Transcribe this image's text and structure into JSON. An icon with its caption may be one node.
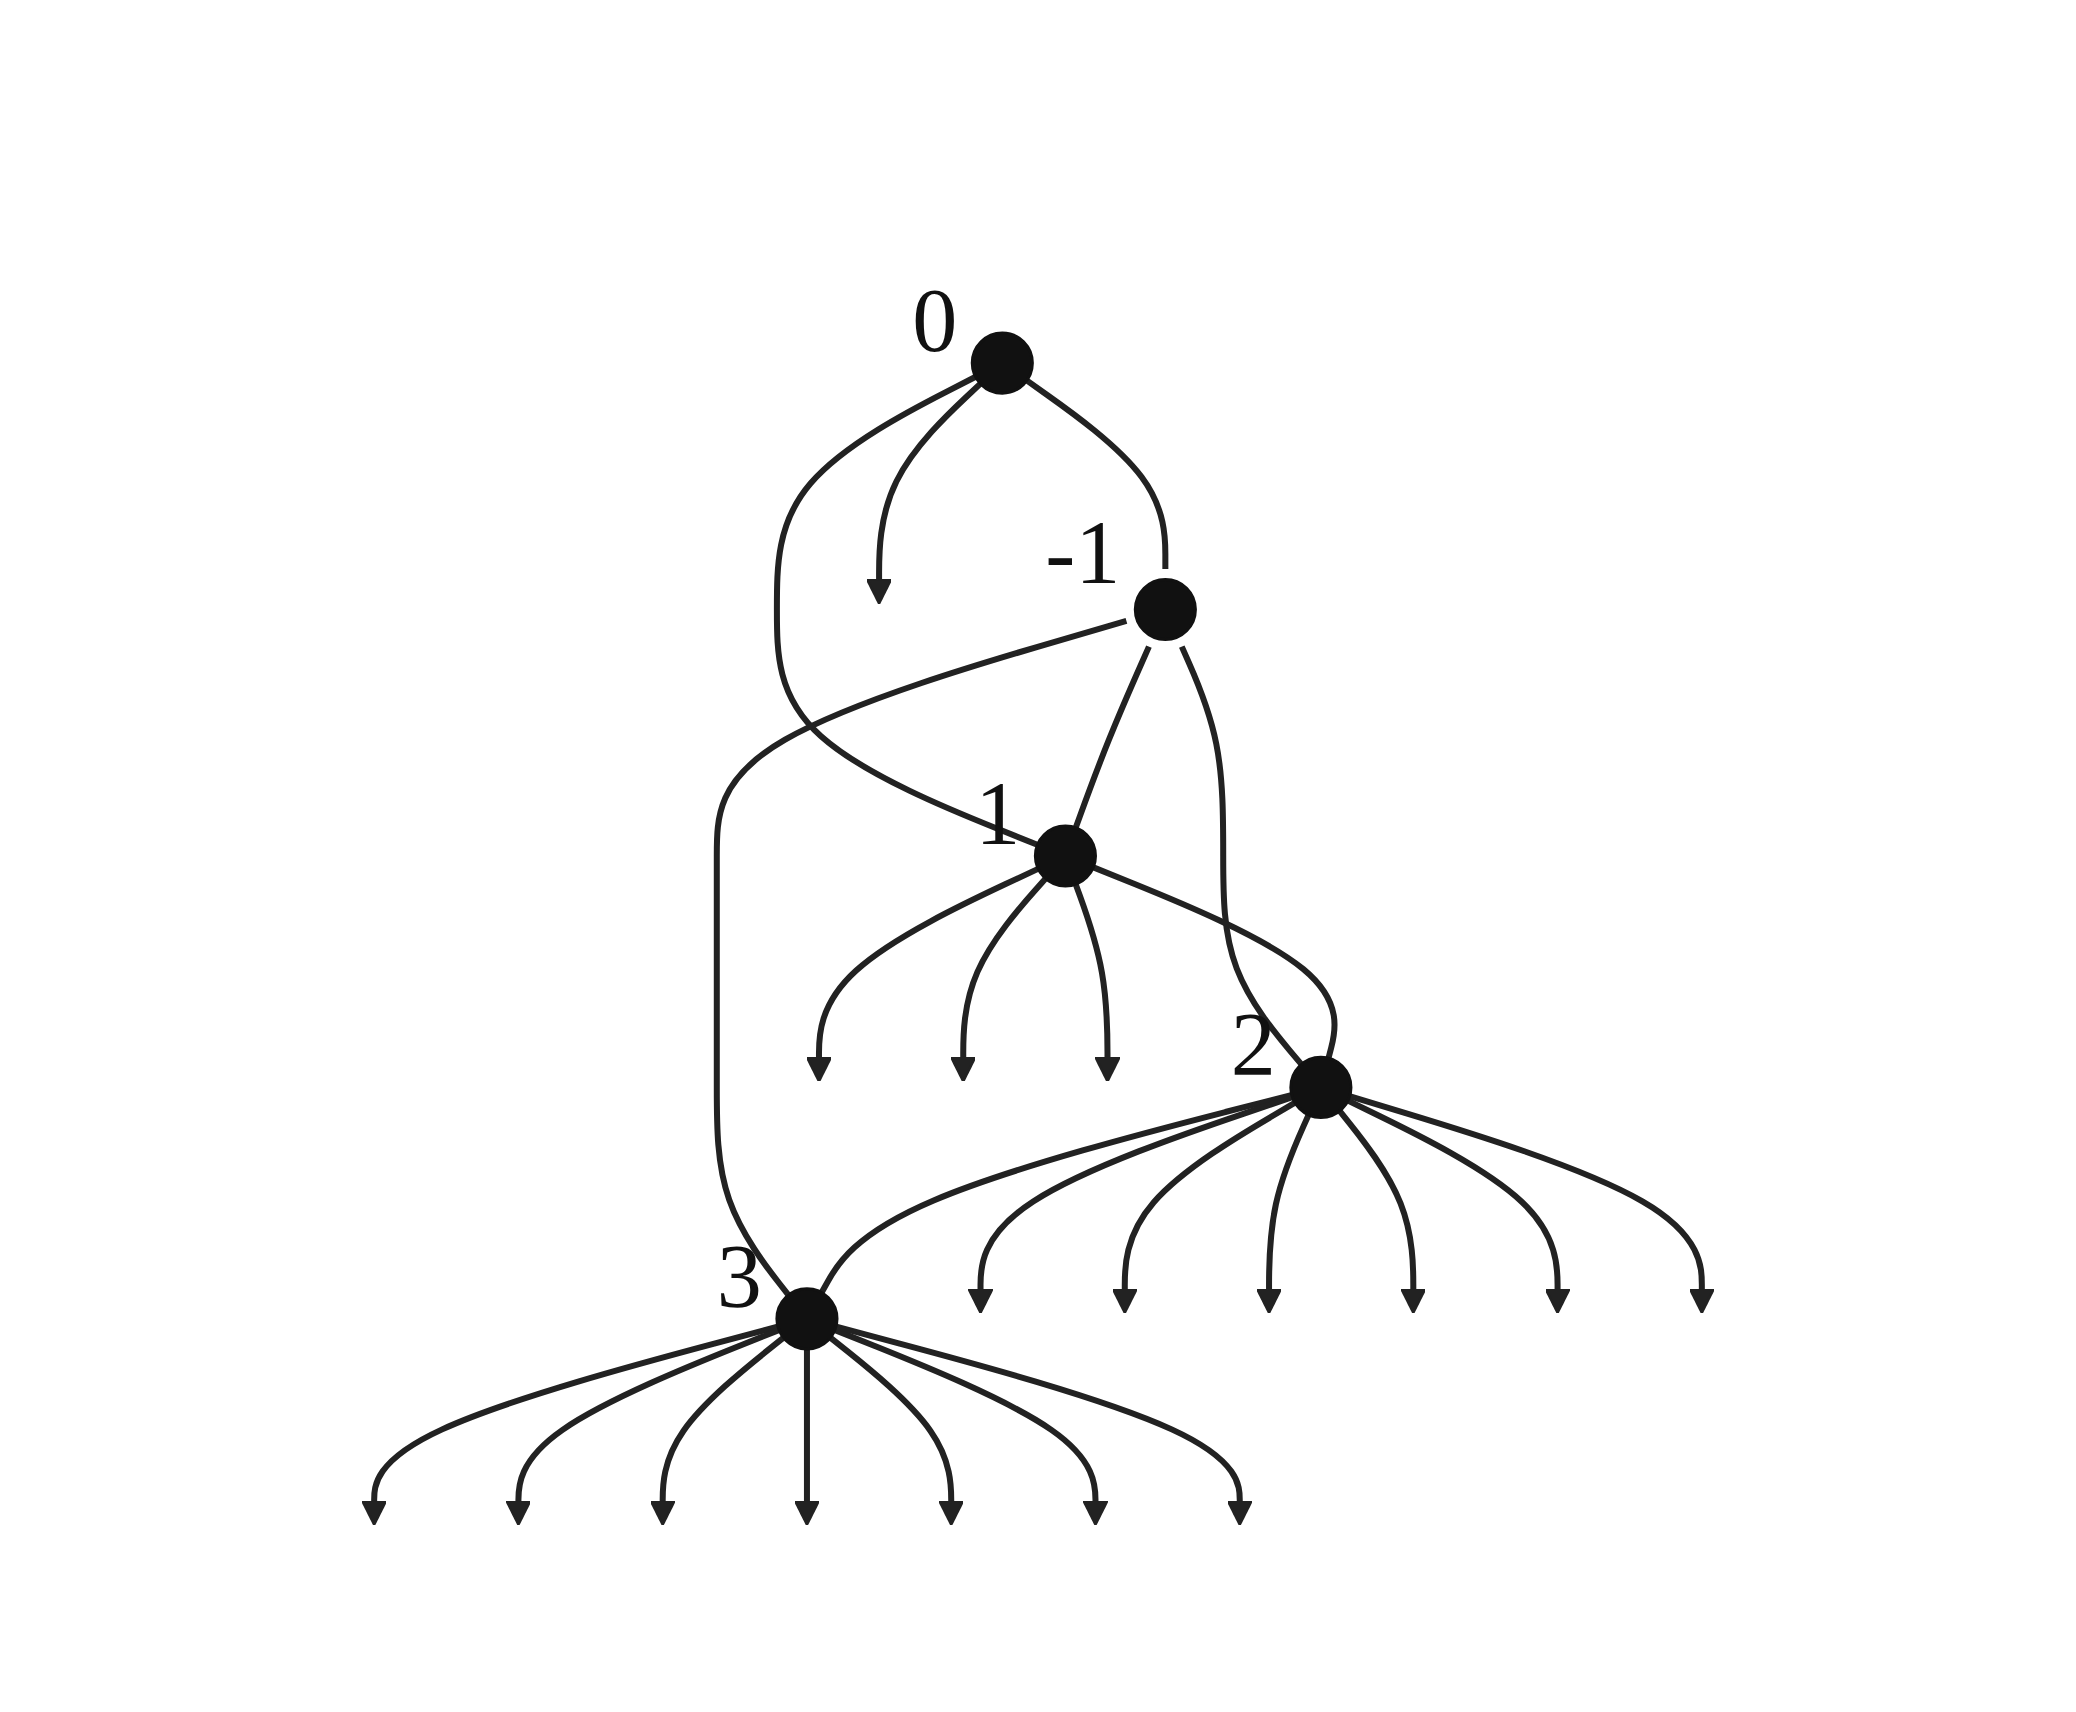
{
  "diagram": {
    "nodes": [
      {
        "text": [],
        "shape": "circle",
        "beside": [
          "0"
        ]
      },
      {
        "text": [],
        "shape": "circle",
        "beside": [
          "-1"
        ]
      },
      {
        "text": [],
        "shape": "circle",
        "beside": [
          "1"
        ]
      },
      {
        "text": [],
        "shape": "circle",
        "beside": [
          "2"
        ]
      },
      {
        "text": [],
        "shape": "circle",
        "beside": [
          "3"
        ]
      }
    ],
    "edges": [
      {
        "from": 0,
        "to": null,
        "arrow": "to"
      },
      {
        "from": 0,
        "to": 1,
        "arrow": "none"
      },
      {
        "from": 0,
        "to": 2,
        "arrow": "none"
      },
      {
        "from": 1,
        "to": 2,
        "arrow": "none"
      },
      {
        "from": 1,
        "to": 4,
        "arrow": "none"
      },
      {
        "from": 1,
        "to": 3,
        "arrow": "none"
      },
      {
        "from": 2,
        "to": 3,
        "arrow": "none"
      },
      {
        "from": 3,
        "to": 4,
        "arrow": "none"
      },
      {
        "from": 2,
        "to": null,
        "arrow": "to"
      },
      {
        "from": 2,
        "to": null,
        "arrow": "to"
      },
      {
        "from": 2,
        "to": null,
        "arrow": "to"
      },
      {
        "from": 3,
        "to": null,
        "arrow": "to"
      },
      {
        "from": 3,
        "to": null,
        "arrow": "to"
      },
      {
        "from": 3,
        "to": null,
        "arrow": "to"
      },
      {
        "from": 3,
        "to": null,
        "arrow": "to"
      },
      {
        "from": 3,
        "to": null,
        "arrow": "to"
      },
      {
        "from": 3,
        "to": null,
        "arrow": "to"
      },
      {
        "from": 4,
        "to": null,
        "arrow": "to"
      },
      {
        "from": 4,
        "to": null,
        "arrow": "to"
      },
      {
        "from": 4,
        "to": null,
        "arrow": "to"
      },
      {
        "from": 4,
        "to": null,
        "arrow": "to"
      },
      {
        "from": 4,
        "to": null,
        "arrow": "to"
      },
      {
        "from": 4,
        "to": null,
        "arrow": "to"
      },
      {
        "from": 4,
        "to": null,
        "arrow": "to"
      }
    ]
  }
}
